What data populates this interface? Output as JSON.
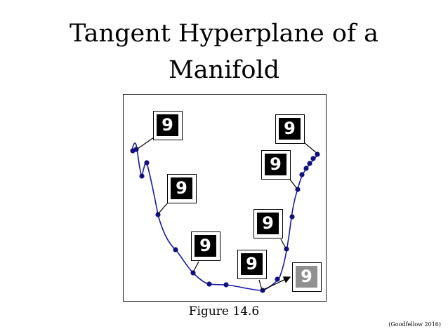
{
  "title": {
    "line1": "Tangent Hyperplane of a",
    "line2": "Manifold"
  },
  "caption": "Figure 14.6",
  "credit": "(Goodfellow 2016)",
  "colors": {
    "curve": "#1a1aa8",
    "point": "#101080",
    "thumb_bg": "#000000",
    "thumb_tangent_bg": "#909090"
  },
  "thumbnails": [
    {
      "digit": "9",
      "variant": "normal"
    },
    {
      "digit": "9",
      "variant": "normal"
    },
    {
      "digit": "9",
      "variant": "normal"
    },
    {
      "digit": "9",
      "variant": "normal"
    },
    {
      "digit": "9",
      "variant": "normal"
    },
    {
      "digit": "9",
      "variant": "normal"
    },
    {
      "digit": "9",
      "variant": "normal"
    },
    {
      "digit": "9",
      "variant": "tangent"
    }
  ]
}
